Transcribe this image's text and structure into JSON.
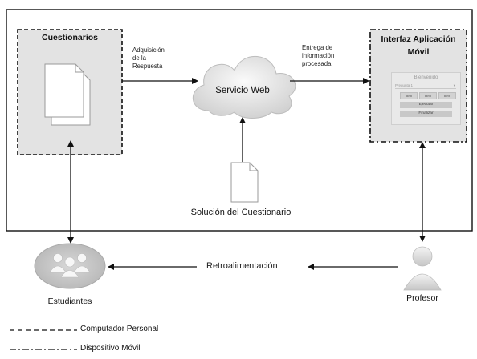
{
  "nodes": {
    "cuestionarios": "Cuestionarios",
    "servicio_web": "Servicio Web",
    "interfaz": "Interfaz Aplicación Móvil",
    "solucion": "Solución del Cuestionario",
    "estudiantes": "Estudiantes",
    "profesor": "Profesor"
  },
  "edges": {
    "adquisicion": [
      "Adquisición",
      "de la",
      "Respuesta"
    ],
    "entrega": [
      "Entrega de",
      "información",
      "procesada"
    ],
    "retroalimentacion": "Retroalimentación"
  },
  "phone": {
    "welcome": "Bienvenido",
    "dropdown": "Pregunta 1",
    "options": [
      "Item",
      "Item",
      "Item"
    ],
    "button1": "Ejecutar",
    "button2": "Finalizar"
  },
  "legend": {
    "computador": "Computador Personal",
    "movil": "Dispositivo Móvil"
  }
}
